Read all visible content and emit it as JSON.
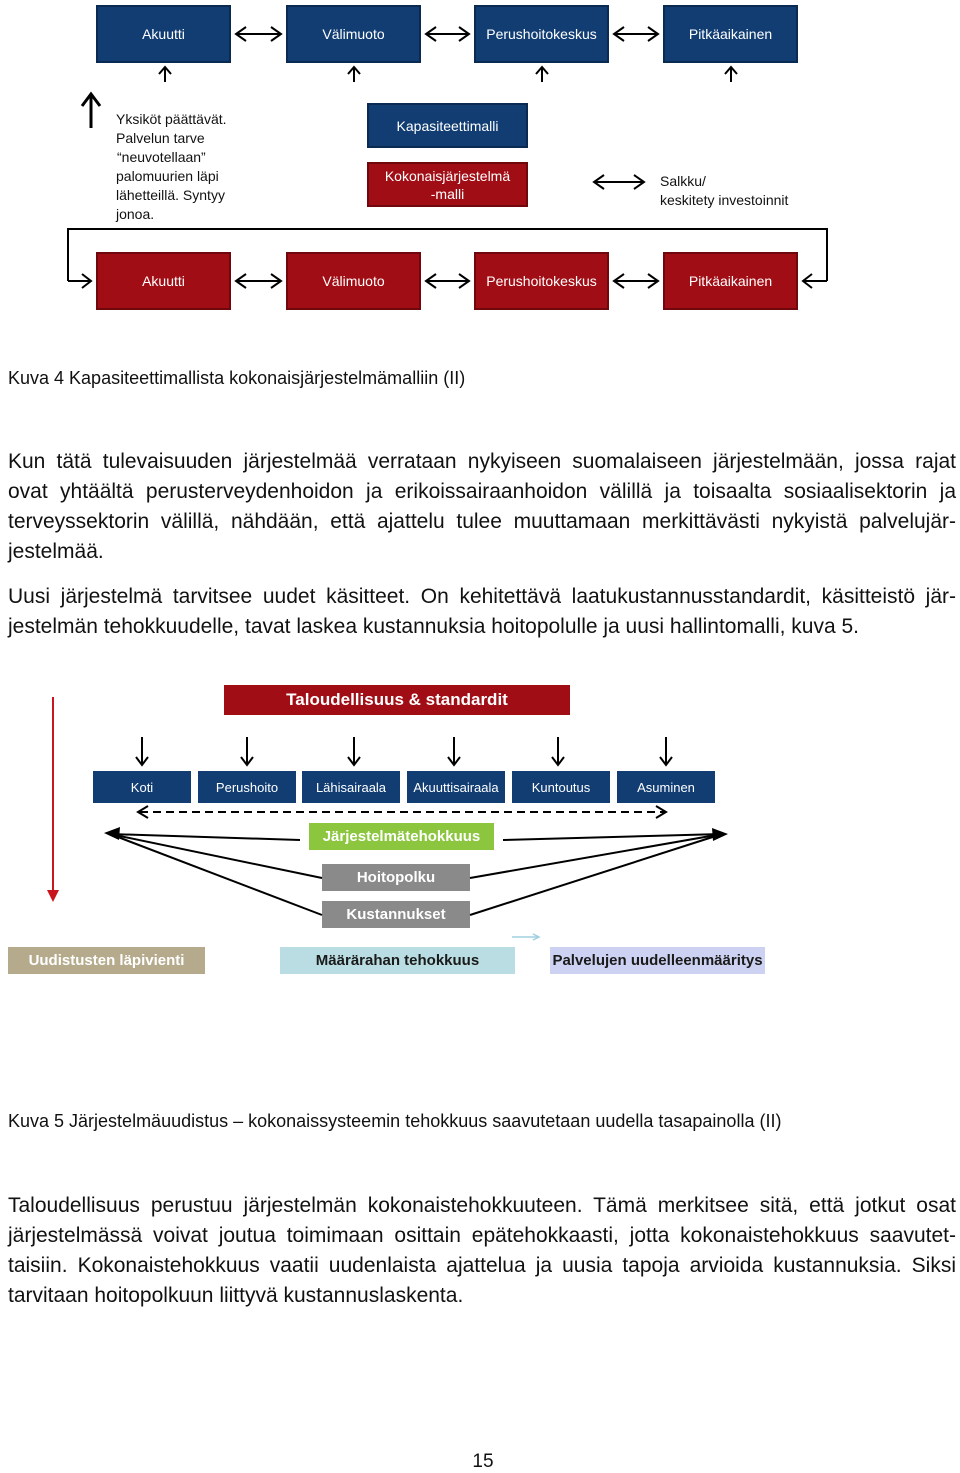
{
  "figure4": {
    "top_row": [
      "Akuutti",
      "Välimuoto",
      "Perushoitokeskus",
      "Pitkäaikainen"
    ],
    "bottom_row": [
      "Akuutti",
      "Välimuoto",
      "Perushoitokeskus",
      "Pitkäaikainen"
    ],
    "left_note_lines": [
      "Yksiköt päättävät.",
      "Palvelun tarve",
      "“neuvotellaan”",
      "palomuurien läpi",
      "lähetteillä. Syntyy",
      "jonoa."
    ],
    "capacity_model": "Kapasiteettimalli",
    "system_model_lines": [
      "Kokonaisjärjestelmä",
      "-malli"
    ],
    "right_note_lines": [
      "Salkku/",
      "keskitety investoinnit"
    ]
  },
  "caption4": "Kuva 4 Kapasiteettimallista kokonaisjärjestelmämalliin (II)",
  "paragraph1_lines": [
    "Kun tätä tulevaisuuden järjestelmää verrataan nykyiseen suomalaiseen järjestelmään, jossa rajat",
    "ovat yhtäältä perusterveydenhoidon ja erikoissairaanhoidon välillä ja toisaalta sosiaalisektorin ja",
    "terveyssektorin välillä, nähdään, että ajattelu tulee muuttamaan merkittävästi nykyistä palvelujär-",
    "jestelmää."
  ],
  "paragraph2_lines": [
    "Uusi järjestelmä tarvitsee uudet käsitteet. On kehitettävä laatukustannusstandardit, käsitteistö jär-",
    "jestelmän tehokkuudelle, tavat laskea kustannuksia hoitopolulle ja uusi hallintomalli, kuva 5."
  ],
  "figure5": {
    "header": "Taloudellisuus & standardit",
    "services": [
      "Koti",
      "Perushoito",
      "Lähisairaala",
      "Akuuttisairaala",
      "Kuntoutus",
      "Asuminen"
    ],
    "efficiency": "Järjestelmätehokkuus",
    "care_path": "Hoitopolku",
    "costs": "Kustannukset",
    "innovation": "Uudistusten läpivienti",
    "budget_efficiency": "Määrärahan tehokkuus",
    "redefinition": "Palvelujen uudelleenmääritys",
    "colors": {
      "red": "#a10d14",
      "navy": "#113d73",
      "green": "#8cc63f",
      "gray": "#8a8a8a",
      "tan": "#b5ab8c",
      "lightblue": "#b9dde2",
      "lavender": "#cdd2f2"
    }
  },
  "caption5": "Kuva 5 Järjestelmäuudistus – kokonaissysteemin tehokkuus saavutetaan uudella tasapainolla (II)",
  "paragraph3_lines": [
    "Taloudellisuus perustuu järjestelmän kokonaistehokkuuteen. Tämä merkitsee sitä, että jotkut osat",
    "järjestelmässä voivat joutua toimimaan osittain epätehokkaasti, jotta kokonaistehokkuus saavutet-",
    "taisiin. Kokonaistehokkuus vaatii uudenlaista ajattelua ja uusia tapoja arvioida kustannuksia. Siksi",
    "tarvitaan hoitopolkuun liittyvä kustannuslaskenta."
  ],
  "page_number": "15"
}
